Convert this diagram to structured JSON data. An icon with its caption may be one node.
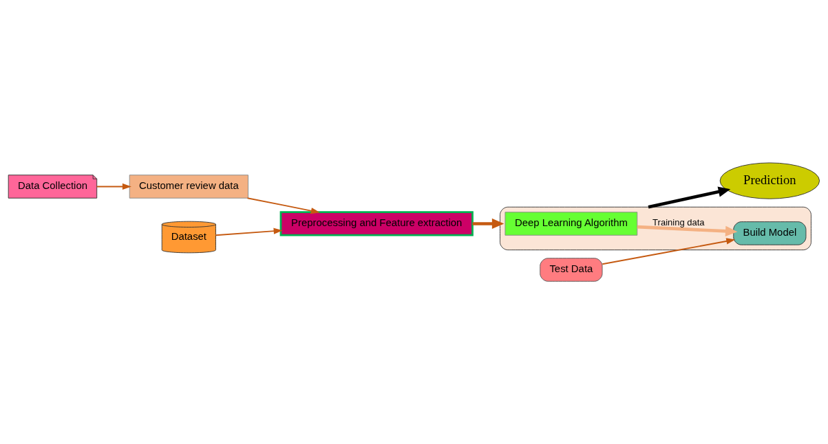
{
  "diagram": {
    "nodes": [
      {
        "text": [
          "Data Collection"
        ]
      },
      {
        "text": [
          "Customer review data"
        ]
      },
      {
        "text": [
          "Dataset"
        ]
      },
      {
        "text": [
          "Preprocessing and Feature extraction"
        ]
      },
      {
        "text": [],
        "shape": "box"
      },
      {
        "text": [
          "Deep Learning Algorithm"
        ],
        "in": 4
      },
      {
        "text": [
          "Build Model"
        ],
        "in": 4
      },
      {
        "text": [
          "Test Data"
        ]
      },
      {
        "text": [
          "Prediction"
        ]
      }
    ],
    "edges": [
      {
        "from": 0,
        "to": 1,
        "arrow": "to"
      },
      {
        "from": 1,
        "to": 3,
        "arrow": "to"
      },
      {
        "from": 2,
        "to": 3,
        "arrow": "to"
      },
      {
        "from": 3,
        "to": 4,
        "arrow": "to",
        "style": "thick"
      },
      {
        "from": 5,
        "to": 6,
        "arrow": "to",
        "label": "Training data",
        "style": "thick",
        "color": "#f4b183"
      },
      {
        "from": 7,
        "to": 6,
        "arrow": "to"
      },
      {
        "from": 4,
        "to": 8,
        "arrow": "to",
        "style": "thick",
        "color": "#000000"
      }
    ]
  }
}
